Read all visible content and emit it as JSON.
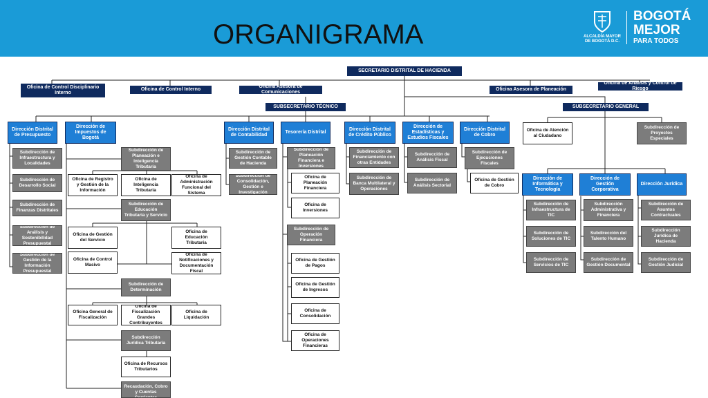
{
  "header": {
    "title": "ORGANIGRAMA",
    "logo": {
      "alcaldia": "ALCALDÍA MAYOR DE BOGOTÁ D.C.",
      "brand_line1": "BOGOTÁ",
      "brand_line2": "MEJOR",
      "brand_line3": "PARA TODOS"
    }
  },
  "org": {
    "secretario": "SECRETARIO DISTRITAL DE HACIENDA",
    "staff": [
      "Oficina de Control Disciplinario Interno",
      "Oficina de Control Interno",
      "Oficina Asesora de Comunicaciones",
      "Oficina Asesora de Planeación",
      "Oficina de Análisis y Control de Riesgo"
    ],
    "subsecretario_tecnico": "SUBSECRETARIO TÉCNICO",
    "subsecretario_general": "SUBSECRETARIO GENERAL",
    "presupuesto": {
      "title": "Dirección Distrital de Presupuesto",
      "subs": [
        "Subdirección de Infraestructura y Localidades",
        "Subdirección de Desarrollo Social",
        "Subdirección de Finanzas Distritales",
        "Subdirección de Análisis y Sostenibilidad Presupuestal",
        "Subdirección de Gestión de la Información Presupuestal"
      ]
    },
    "impuestos": {
      "title": "Dirección de Impuestos de Bogotá",
      "sub_planeacion": "Subdirección de Planeación e Inteligencia Tributaria",
      "of_registro": "Oficina de Registro y Gestión de la Información",
      "of_inteligencia": "Oficina de Inteligencia Tributaria",
      "of_admin": "Oficina de Administración Funcional del Sistema",
      "sub_educacion": "Subdirección de Educación Tributaria y Servicio",
      "of_gestion_servicio": "Oficina de Gestión del Servicio",
      "of_educacion": "Oficina de Educación Tributaria",
      "of_control_masivo": "Oficina de Control Masivo",
      "of_notificaciones": "Oficina de Notificaciones y Documentación Fiscal",
      "sub_determinacion": "Subdirección de Determinación",
      "of_fiscalizacion": "Oficina General de Fiscalización",
      "of_grandes": "Oficina de Fiscalización Grandes Contribuyentes",
      "of_liquidacion": "Oficina de Liquidación",
      "sub_juridica": "Subdirección Jurídica Tributaria",
      "of_recursos": "Oficina de Recursos Tributarios",
      "sub_recaudacion": "Subdirección de Recaudación, Cobro y Cuentas Corrientes"
    },
    "contabilidad": {
      "title": "Dirección Distrital de Contabilidad",
      "subs": [
        "Subdirección de Gestión Contable de Hacienda",
        "Subdirección de Consolidación, Gestión e Investigación"
      ]
    },
    "tesoreria": {
      "title": "Tesorería Distrital",
      "sub_planeacion": "Subdirección de Planeación Financiera e Inversiones",
      "of_planeacion": "Oficina de Planeación Financiera",
      "of_inversiones": "Oficina de Inversiones",
      "sub_operacion": "Subdirección de Operación Financiera",
      "of_pagos": "Oficina de Gestión de Pagos",
      "of_ingresos": "Oficina de Gestión de Ingresos",
      "of_consolidacion": "Oficina de Consolidación",
      "of_operaciones": "Oficina de Operaciones Financieras"
    },
    "credito": {
      "title": "Dirección Distrital de Crédito Público",
      "subs": [
        "Subdirección de Financiamiento con otras Entidades",
        "Subdirección de Banca Multilateral y Operaciones"
      ]
    },
    "estadisticas": {
      "title": "Dirección de Estadísticas y Estudios Fiscales",
      "subs": [
        "Subdirección de Análisis Fiscal",
        "Subdirección de Análisis Sectorial"
      ]
    },
    "cobro": {
      "title": "Dirección Distrital de Cobro",
      "sub": "Subdirección de Ejecuciones Fiscales",
      "of": "Oficina de Gestión de Cobro"
    },
    "general": {
      "atencion": "Oficina de Atención al Ciudadano",
      "proyectos": "Subdirección de Proyectos Especiales",
      "informatica": {
        "title": "Dirección de Informática y Tecnología",
        "subs": [
          "Subdirección de Infraestructura de TIC",
          "Subdirección de Soluciones de TIC",
          "Subdirección de Servicios de TIC"
        ]
      },
      "corporativa": {
        "title": "Dirección de Gestión Corporativa",
        "subs": [
          "Subdirección Administrativa y Financiera",
          "Subdirección del Talento Humano",
          "Subdirección de Gestión Documental"
        ]
      },
      "juridica": {
        "title": "Dirección Jurídica",
        "subs": [
          "Subdirección de Asuntos Contractuales",
          "Subdirección Jurídica de Hacienda",
          "Subdirección de Gestión Judicial"
        ]
      }
    }
  }
}
